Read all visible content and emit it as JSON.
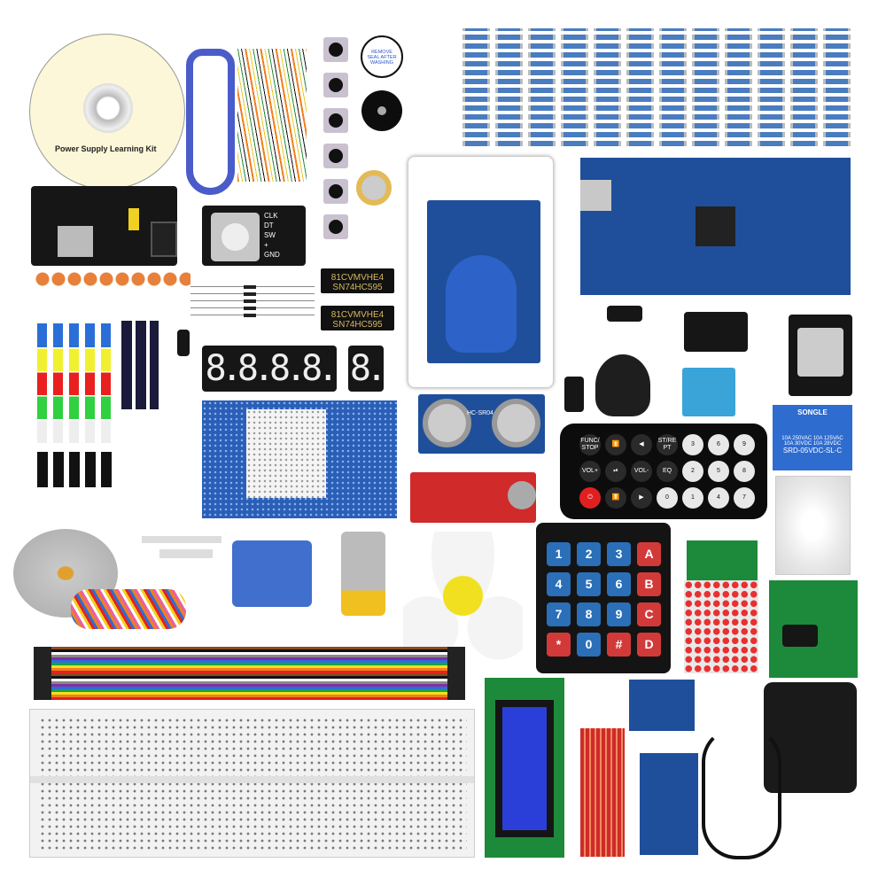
{
  "cd": {
    "label": "Power Supply Learning Kit"
  },
  "buzzer": {
    "label": "REMOVE SEAL AFTER WASHING",
    "plus": "+"
  },
  "encoder": {
    "pins": [
      "CLK",
      "DT",
      "SW",
      "+",
      "GND"
    ]
  },
  "ics": [
    {
      "line1": "81CVMVHE4",
      "line2": "SN74HC595"
    },
    {
      "line1": "81CVMVHE4",
      "line2": "SN74HC595"
    }
  ],
  "seven_segment": {
    "four_digit": "8.8.8.8.",
    "single": "8."
  },
  "ultrasonic": {
    "label": "HC-SR04"
  },
  "relay": {
    "brand": "SONGLE",
    "ratings": "10A 250VAC 10A 125VAC 10A 30VDC 10A 28VDC",
    "model": "SRD-05VDC-SL-C"
  },
  "remote": {
    "keys": [
      "FUNC/STOP",
      "⏫",
      "◀",
      "ST/REPT",
      "3",
      "6",
      "9",
      "VOL+",
      "⏯",
      "VOL-",
      "EQ",
      "2",
      "5",
      "8",
      "⏻",
      "⏬",
      "▶",
      "0",
      "1",
      "4",
      "7"
    ]
  },
  "keypad": {
    "keys": [
      "1",
      "2",
      "3",
      "A",
      "4",
      "5",
      "6",
      "B",
      "7",
      "8",
      "9",
      "C",
      "*",
      "0",
      "#",
      "D"
    ],
    "colors": {
      "digit": "#2a6fb8",
      "letter": "#d23a3a"
    }
  },
  "colors": {
    "board_blue": "#1f4f9a",
    "sensor_red": "#d02a2a",
    "pcb_green": "#1c8a3a"
  }
}
